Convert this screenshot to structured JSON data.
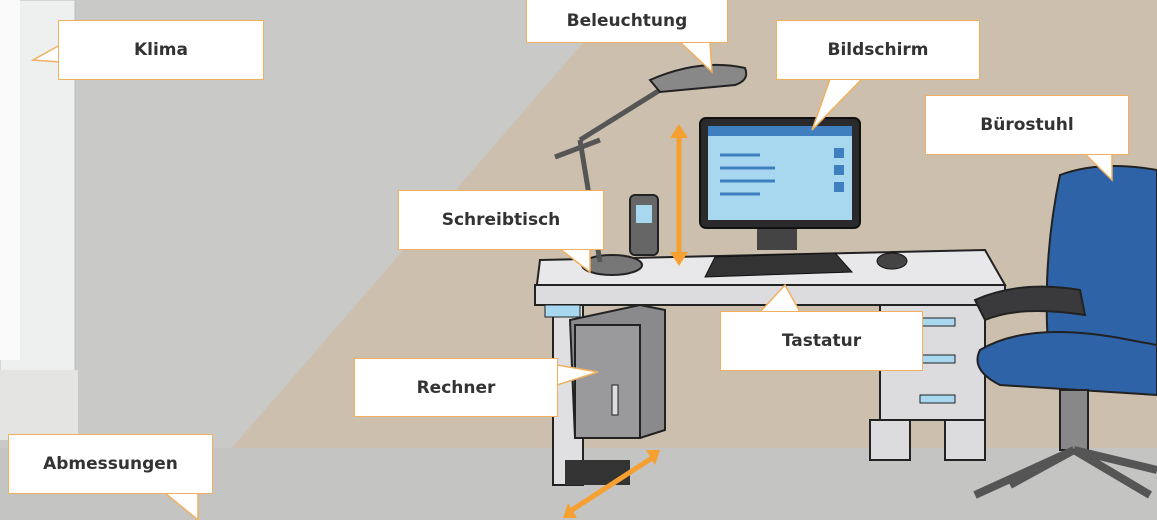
{
  "hotspots": {
    "klima": "Klima",
    "beleuchtung": "Beleuchtung",
    "bildschirm": "Bildschirm",
    "buerostuhl": "Bürostuhl",
    "schreibtisch": "Schreibtisch",
    "tastatur": "Tastatur",
    "rechner": "Rechner",
    "abmessungen": "Abmessungen"
  },
  "colors": {
    "callout_border": "#f0b060",
    "arrow": "#f5a030",
    "chair": "#2f63a8",
    "screen": "#a8d8f0"
  }
}
